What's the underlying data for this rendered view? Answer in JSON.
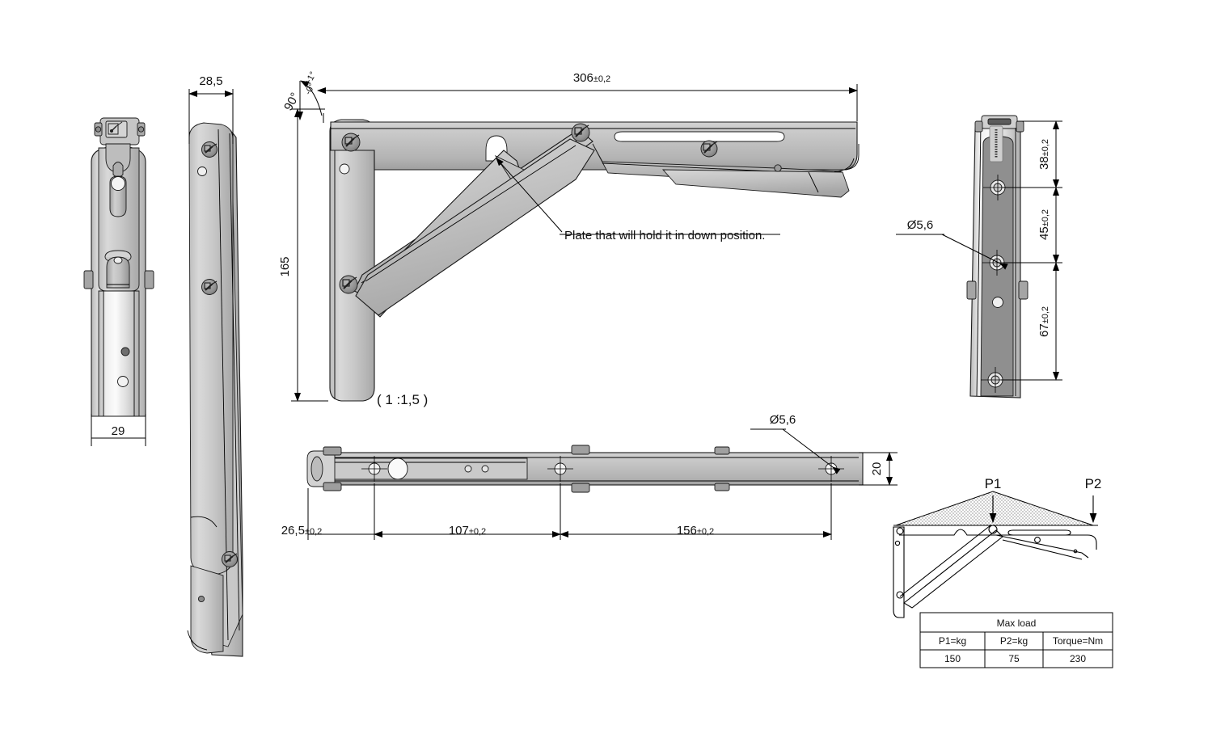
{
  "drawing": {
    "title": "Folding shelf bracket technical drawing",
    "scale_note": "( 1 :1,5 )",
    "callout_note": "Plate that will hold it in down position."
  },
  "dimensions": {
    "side_view_width": "28,5",
    "front_view_width": "29",
    "overall_length": "306",
    "overall_length_tol": "±0,2",
    "overall_height": "165",
    "angle_value": "90°",
    "angle_plus": "+1°",
    "angle_minus": "-0°",
    "hole_dia_right": "Ø5,6",
    "hole_dia_plan": "Ø5,6",
    "right_38": "38",
    "right_38_tol": "±0,2",
    "right_45": "45",
    "right_45_tol": "±0,2",
    "right_67": "67",
    "right_67_tol": "±0,2",
    "plan_265": "26,5",
    "plan_265_tol": "±0,2",
    "plan_107": "107",
    "plan_107_tol": "±0,2",
    "plan_156": "156",
    "plan_156_tol": "±0,2",
    "plan_thickness": "20"
  },
  "load_diagram": {
    "p1_label": "P1",
    "p2_label": "P2"
  },
  "load_table": {
    "title": "Max load",
    "headers": [
      "P1=kg",
      "P2=kg",
      "Torque=Nm"
    ],
    "values": [
      "150",
      "75",
      "230"
    ]
  },
  "colors": {
    "metal_light": "#d8d8d8",
    "metal_mid": "#c2c2c2",
    "metal_dark": "#9d9d9d",
    "outline": "#1a1a1a",
    "dim_text": "#111111"
  }
}
